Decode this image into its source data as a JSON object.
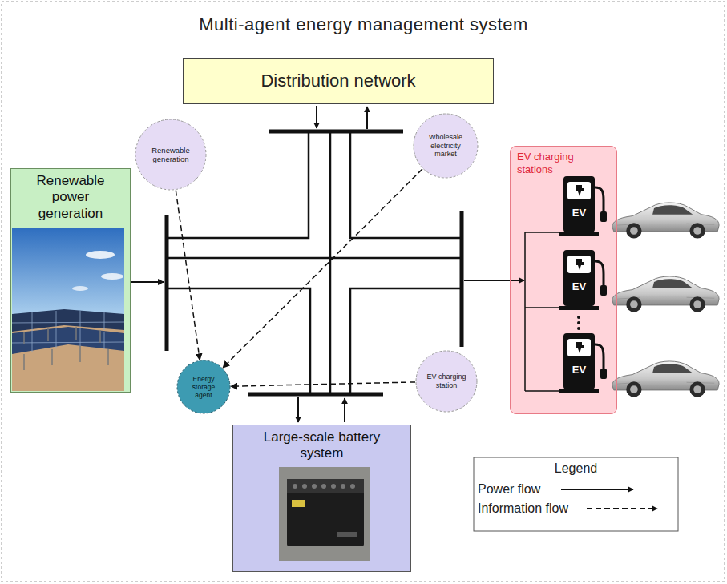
{
  "diagram": {
    "title": "Multi-agent energy management system",
    "nodes": [
      {
        "text": [
          "Distribution network"
        ]
      },
      {
        "text": [
          "Renewable generation"
        ]
      },
      {
        "text": [
          "Wholesale electricity market"
        ]
      },
      {
        "text": [
          "Renewable power generation"
        ]
      },
      {
        "text": [
          "EV charging stations"
        ]
      },
      {
        "text": [
          "Energy storage agent"
        ]
      },
      {
        "text": [
          "EV charging station"
        ]
      },
      {
        "text": [
          "Large-scale battery system"
        ]
      }
    ],
    "edges": [
      {
        "from": 1,
        "to": 5,
        "arrow": "to"
      },
      {
        "from": 2,
        "to": 5,
        "arrow": "to"
      },
      {
        "from": 6,
        "to": 5,
        "arrow": "to"
      }
    ],
    "labels": [
      "EV",
      "EV",
      "EV",
      "Legend"
    ],
    "legend": [
      {
        "text": "Power flow"
      },
      {
        "text": "Information flow"
      }
    ]
  }
}
